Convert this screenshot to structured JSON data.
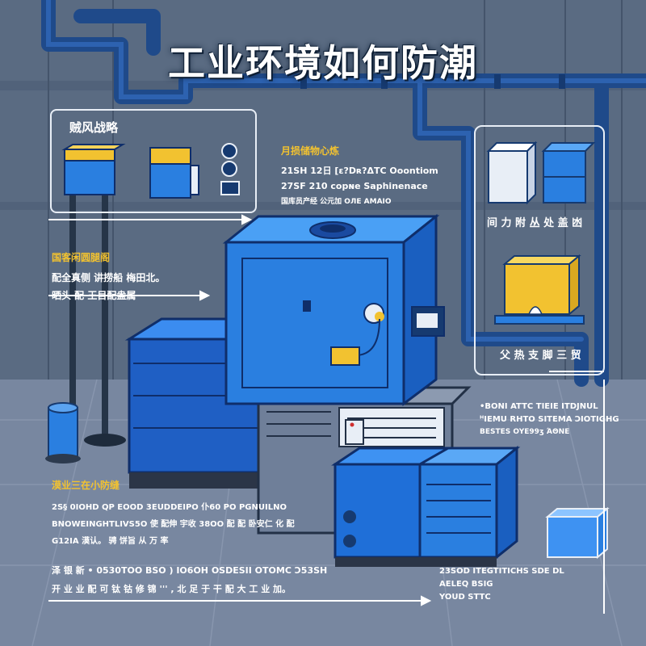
{
  "title": "工业环境如何防潮",
  "panel_top_left": {
    "title": "贼风战略"
  },
  "info_block": {
    "heading": "月损储物心炼",
    "lines": [
      "21SH  12日  [ε?Dʀ?ΔΤC  Ooontiom",
      "27SF  210  ᴄopɴe  Saphinenace",
      "国库员产经 公元加 OЛЕ AMAIO"
    ]
  },
  "left_block_1": {
    "heading": "国客闲圆腿阁",
    "lines": [
      "配全真侧 讲捞船 梅田北。",
      "晒头 配 王目配盎属"
    ]
  },
  "left_block_2": {
    "heading": "漠业三在小防缝",
    "lines": [
      "2S§ 0IOHD QP EOOD  3EUDDEIPO  仆60  PO  PGNUILNO",
      "BNOWEINGHTLIVS5O 使 配伸 宇收  38OO 配 配 卧安仁 化 配",
      "G12IA 漠认。 骋 饼旨 从 万 率"
    ]
  },
  "bottom_block": {
    "lines": [
      "泽 银 新 • 0530TOO BSO )  IO6OH  OSDESII  OTOMC  Ɔ53SH",
      "开 业 业 配 可 钛 钴 修 锦 ꞌꞌꞌ  , 北 足 于 干 配 大 工 业 加。"
    ]
  },
  "panel_right": {
    "caption_1": "间 力 附 丛 处 盖 凼",
    "caption_2": "父 热 支 脚 三 贸"
  },
  "right_block_1": {
    "lines": [
      "•BONI  ATTC  TIEIE  ITDJNUL",
      "ᴴIEMU RHTO SITEMA  ϽIOTIGHG",
      "ΒESTES OYE99ʒ  ΆΘΝΕ"
    ]
  },
  "right_block_2": {
    "lines": [
      "23SOD  ITEGTITICHS  SDE DL",
      "AELEQ BSIG",
      "YOUD STTC"
    ]
  },
  "colors": {
    "background": "#4a5a70",
    "machine_blue": "#2a7fe0",
    "machine_dark": "#1a4aa0",
    "accent_yellow": "#f2c230",
    "panel_border": "#e8eef6",
    "pipe": "#1f4a8a"
  }
}
